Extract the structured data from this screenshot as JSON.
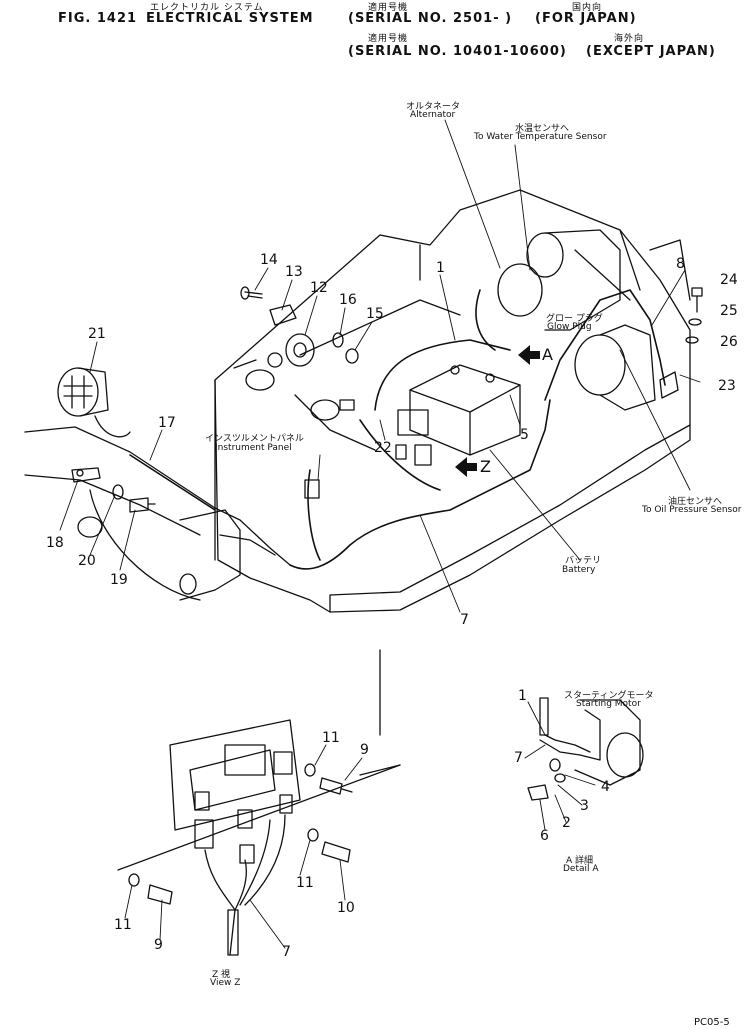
{
  "header": {
    "line1_jp_title": "エレクトリカル システム",
    "line1_jp_serial": "適用号機",
    "line1_jp_region": "国内向",
    "line1_fig": "FIG. 1421",
    "line1_title": "ELECTRICAL SYSTEM",
    "line1_serial": "(SERIAL NO. 2501- )",
    "line1_region": "(FOR JAPAN)",
    "line2_jp_serial": "適用号機",
    "line2_jp_region": "海外向",
    "line2_serial": "(SERIAL NO. 10401-10600)",
    "line2_region": "(EXCEPT JAPAN)"
  },
  "labels": {
    "alternator_jp": "オルタネータ",
    "alternator": "Alternator",
    "water_temp_jp": "水温センサへ",
    "water_temp": "To Water Temperature Sensor",
    "glow_plug_jp": "グロー プラグ",
    "glow_plug": "Glow Plug",
    "instrument_panel_jp": "インスツルメントパネル",
    "instrument_panel": "Instrument Panel",
    "oil_pressure_jp": "油圧センサへ",
    "oil_pressure": "To Oil Pressure Sensor",
    "battery_jp": "バッテリ",
    "battery": "Battery",
    "starting_motor_jp": "スターティングモータ",
    "starting_motor": "Starting Motor",
    "detail_a_jp": "A 詳細",
    "detail_a": "Detail A",
    "view_z_jp": "Z 視",
    "view_z": "View Z",
    "arrow_a": "A",
    "arrow_z": "Z"
  },
  "part_numbers": {
    "p1_main": "1",
    "p8": "8",
    "p24": "24",
    "p25": "25",
    "p26": "26",
    "p23": "23",
    "p14": "14",
    "p13": "13",
    "p12": "12",
    "p16": "16",
    "p15": "15",
    "p21": "21",
    "p17": "17",
    "p22": "22",
    "p5": "5",
    "p18": "18",
    "p20": "20",
    "p19": "19",
    "p7_main": "7",
    "z_11a": "11",
    "z_9a": "9",
    "z_11b": "11",
    "z_10": "10",
    "z_11c": "11",
    "z_9b": "9",
    "z_7": "7",
    "a_1": "1",
    "a_7": "7",
    "a_4": "4",
    "a_3": "3",
    "a_2": "2",
    "a_6": "6"
  },
  "footer": {
    "page_code": "PC05-5"
  }
}
